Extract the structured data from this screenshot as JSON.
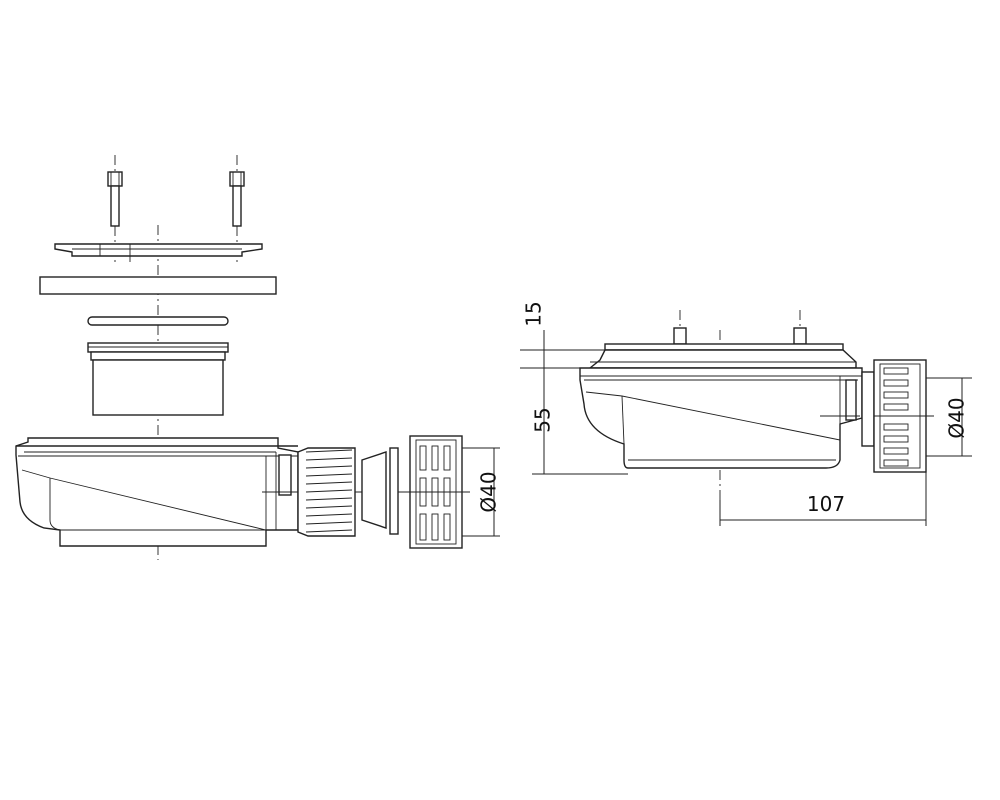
{
  "dimensions": {
    "exploded_outlet_diameter": "Ø40",
    "assembled_cover_height": "15",
    "assembled_body_height": "55",
    "assembled_outlet_diameter": "Ø40",
    "assembled_horizontal_length": "107"
  }
}
